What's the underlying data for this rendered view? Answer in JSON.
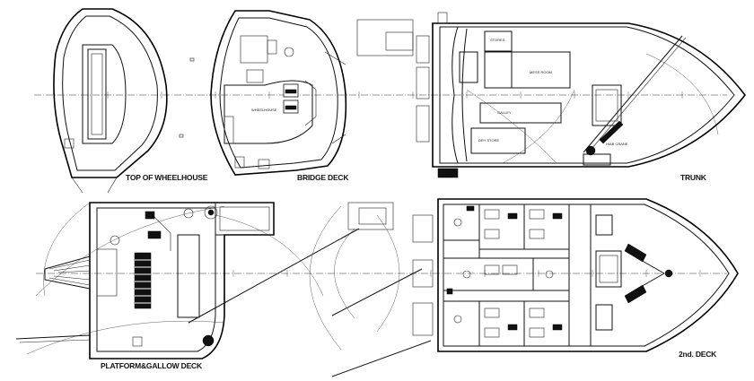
{
  "labels": {
    "top_of_wheelhouse": "TOP OF WHEELHOUSE",
    "bridge_deck": "BRIDGE DECK",
    "trunk": "TRUNK",
    "platform_gallow_deck": "PLATFORM&GALLOW DECK",
    "second_deck": "2nd. DECK"
  }
}
